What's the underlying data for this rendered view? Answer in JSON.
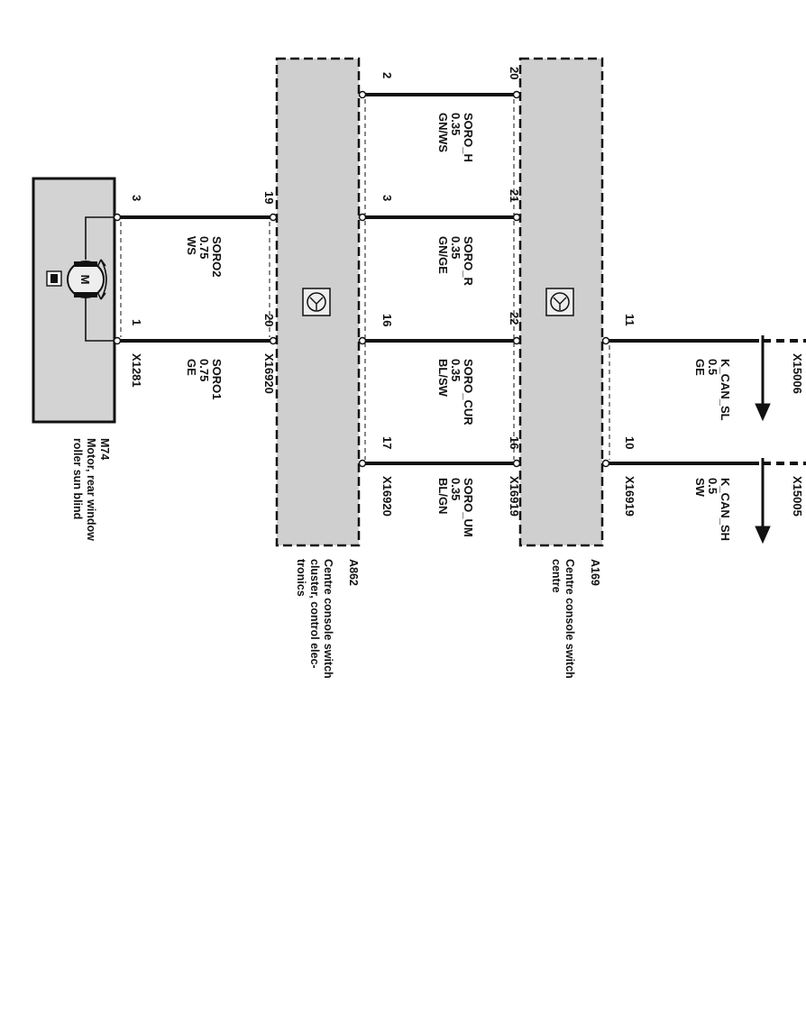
{
  "components": {
    "m74": {
      "id": "M74",
      "name_lines": [
        "Motor, rear window",
        "roller sun blind"
      ],
      "connector": "X1281",
      "pins": [
        "3",
        "1"
      ]
    },
    "a862": {
      "id": "A862",
      "name_lines": [
        "Centre console switch",
        "cluster, control elec-",
        "tronics"
      ],
      "connector_left": "X16920",
      "connector_right": "X16920",
      "pins_left": [
        "19",
        "20"
      ],
      "pins_right": [
        "2",
        "3",
        "16",
        "17"
      ]
    },
    "a169": {
      "id": "A169",
      "name_lines": [
        "Centre console switch",
        "centre"
      ],
      "connector_left": "X16919",
      "connector_right": "X16919",
      "pins_left": [
        "20",
        "21",
        "22",
        "16"
      ],
      "pins_right": [
        "11",
        "10"
      ]
    }
  },
  "wires": [
    {
      "name": "SORO2",
      "gauge": "0.75",
      "color": "WS"
    },
    {
      "name": "SORO1",
      "gauge": "0.75",
      "color": "GE"
    },
    {
      "name": "SORO_H",
      "gauge": "0.35",
      "color": "GN/WS"
    },
    {
      "name": "SORO_R",
      "gauge": "0.35",
      "color": "GN/GE"
    },
    {
      "name": "SORO_CUR",
      "gauge": "0.35",
      "color": "BL/SW"
    },
    {
      "name": "SORO_UM",
      "gauge": "0.35",
      "color": "BL/GN"
    },
    {
      "name": "K_CAN_SL",
      "gauge": "0.5",
      "color": "GE"
    },
    {
      "name": "K_CAN_SH",
      "gauge": "0.5",
      "color": "SW"
    }
  ],
  "references": [
    "X15006",
    "X15005"
  ],
  "motor_symbol": "M",
  "icons": [
    "motor-symbol-icon",
    "rotation-arrows-icon",
    "connector-plug-icon",
    "control-unit-icon",
    "arrow-down-icon"
  ]
}
